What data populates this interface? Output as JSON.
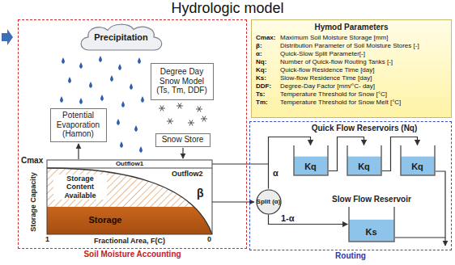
{
  "diagram": {
    "title": "Hydrologic model",
    "nodes": [
      {
        "text": [
          "Soil Moisture Accounting"
        ]
      },
      {
        "text": [
          "Precipitation"
        ],
        "in": 0
      },
      {
        "text": [
          "Degree Day Snow Model (Ts, Tm, DDF)"
        ],
        "in": 0
      },
      {
        "text": [
          "Potential Evaporation (Hamon)"
        ],
        "in": 0
      },
      {
        "text": [
          "Snow Store"
        ],
        "in": 0
      },
      {
        "text": [
          "Hymod Parameters",
          "Cmax:",
          "Maximum Soil Moisture Storage [mm]",
          "β:",
          "Distribution Parameter of Soil Moisture Stores [-]",
          "α:",
          "Quick-Slow Split Parameter[-]",
          "Nq:",
          "Number of Quick-flow Routing Tanks [-]",
          "Kq:",
          "Quick-flow Residence Time [day]",
          "Ks:",
          "Slow-flow Residence Time [day]",
          "DDF:",
          "Degree-Day Factor [mm/°C- day]",
          "Ts:",
          "Temperature Threshold for Snow [°C]",
          "Tm:",
          "Temperature Threshold for Snow Melt [°C]"
        ]
      },
      {
        "text": [
          "Routing"
        ]
      },
      {
        "text": [
          "Split (α)"
        ],
        "in": 6
      },
      {
        "text": [
          "Kq"
        ],
        "in": 6
      },
      {
        "text": [
          "Kq"
        ],
        "in": 6
      },
      {
        "text": [
          "Kq"
        ],
        "in": 6
      },
      {
        "text": [
          "Ks"
        ],
        "in": 6
      }
    ],
    "edges": [
      {
        "from": 7,
        "to": 8,
        "arrow": "to",
        "label": "α"
      },
      {
        "from": 7,
        "to": 11,
        "arrow": "to",
        "label": "1-α"
      },
      {
        "from": 8,
        "to": 9,
        "arrow": "to"
      },
      {
        "from": 9,
        "to": 10,
        "arrow": "to"
      }
    ],
    "labels": [
      "Cmax",
      "Outflow1",
      "Storage Content Available",
      "Outflow2",
      "β",
      "Storage",
      "Storage Capacity",
      "1",
      "0",
      "Fractional Area, F(C)",
      "Quick Flow Reservoirs (Nq)",
      "Slow Flow Reservoir"
    ]
  }
}
